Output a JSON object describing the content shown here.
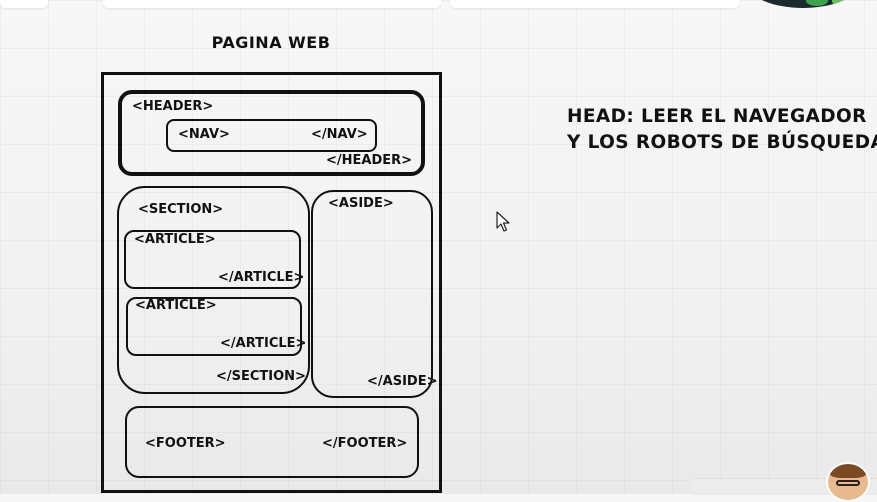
{
  "diagram": {
    "title": "PAGINA WEB",
    "header": {
      "open": "<HEADER>",
      "close": "</HEADER>"
    },
    "nav": {
      "open": "<NAV>",
      "close": "</NAV>"
    },
    "section": {
      "open": "<SECTION>",
      "close": "</SECTION>"
    },
    "articles": [
      {
        "open": "<ARTICLE>",
        "close": "</ARTICLE>"
      },
      {
        "open": "<ARTICLE>",
        "close": "</ARTICLE>"
      }
    ],
    "aside": {
      "open": "<ASIDE>",
      "close": "</ASIDE>"
    },
    "footer": {
      "open": "<FOOTER>",
      "close": "</FOOTER>"
    }
  },
  "annotation": {
    "line1": "HEAD: LEER EL NAVEGADOR",
    "line2": "Y LOS ROBOTS DE BÚSQUEDA"
  },
  "icons": {
    "cursor": "mouse-pointer-icon",
    "presenter": "presenter-avatar"
  },
  "colors": {
    "ink": "#111111",
    "background": "#f4f4f4"
  }
}
